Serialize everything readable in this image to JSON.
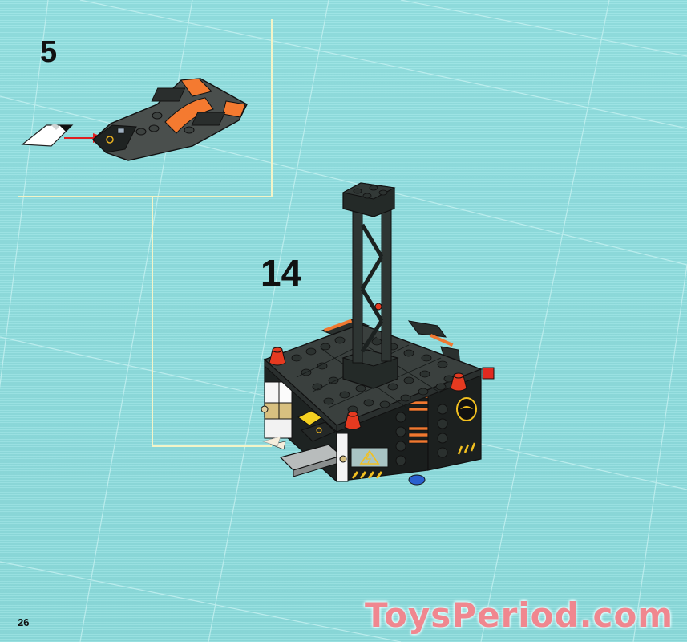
{
  "page": {
    "page_number": "26",
    "watermark": "ToysPeriod.com",
    "background_color": "#8fdfe0",
    "frame_line_color": "#f2f4c8"
  },
  "sub_step": {
    "number": "5",
    "parts": [
      {
        "name": "white-tile-with-sticker",
        "color": "#ffffff"
      },
      {
        "name": "dark-grey-speedboat",
        "color": "#4a4f4d",
        "accent": "#f47a30"
      }
    ],
    "arrow_color": "#e02020"
  },
  "main_step": {
    "number": "14",
    "model": "black-tower-platform",
    "colors": {
      "body": "#2a302e",
      "cones": "#e63a20",
      "orange_grille": "#f07830",
      "hazard": "#f2c020",
      "blue_part": "#2a60d0",
      "yellow_tile": "#f4d020",
      "tan": "#d8c080",
      "grey_plate": "#b8bcbc"
    }
  }
}
